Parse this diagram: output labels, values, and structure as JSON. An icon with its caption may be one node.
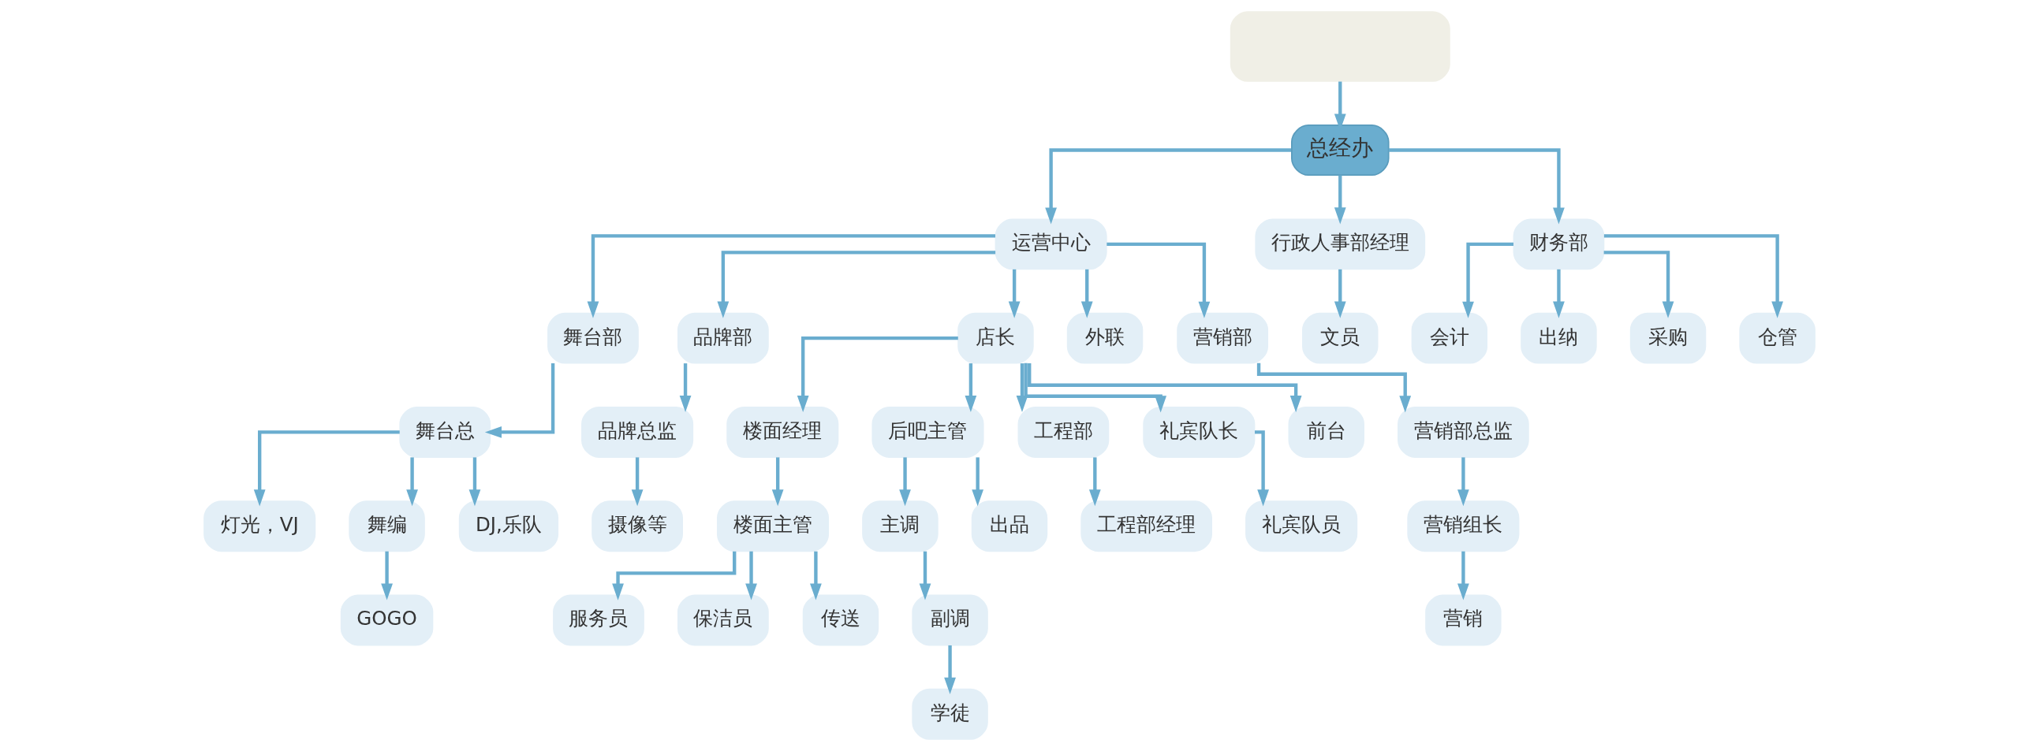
{
  "diagram": {
    "nodes": [
      {
        "text": [],
        "shape": "box"
      },
      {
        "text": [
          "总经办"
        ]
      },
      {
        "text": [
          "运营中心"
        ]
      },
      {
        "text": [
          "行政人事部经理"
        ]
      },
      {
        "text": [
          "财务部"
        ]
      },
      {
        "text": [
          "舞台部"
        ]
      },
      {
        "text": [
          "品牌部"
        ]
      },
      {
        "text": [
          "店长"
        ]
      },
      {
        "text": [
          "外联"
        ]
      },
      {
        "text": [
          "营销部"
        ]
      },
      {
        "text": [
          "文员"
        ]
      },
      {
        "text": [
          "会计"
        ]
      },
      {
        "text": [
          "出纳"
        ]
      },
      {
        "text": [
          "采购"
        ]
      },
      {
        "text": [
          "仓管"
        ]
      },
      {
        "text": [
          "舞台总"
        ]
      },
      {
        "text": [
          "品牌总监"
        ]
      },
      {
        "text": [
          "楼面经理"
        ]
      },
      {
        "text": [
          "后吧主管"
        ]
      },
      {
        "text": [
          "工程部"
        ]
      },
      {
        "text": [
          "礼宾队长"
        ]
      },
      {
        "text": [
          "前台"
        ]
      },
      {
        "text": [
          "营销部总监"
        ]
      },
      {
        "text": [
          "灯光，VJ"
        ]
      },
      {
        "text": [
          "舞编"
        ]
      },
      {
        "text": [
          "DJ,乐队"
        ]
      },
      {
        "text": [
          "摄像等"
        ]
      },
      {
        "text": [
          "楼面主管"
        ]
      },
      {
        "text": [
          "主调"
        ]
      },
      {
        "text": [
          "出品"
        ]
      },
      {
        "text": [
          "工程部经理"
        ]
      },
      {
        "text": [
          "礼宾队员"
        ]
      },
      {
        "text": [
          "营销组长"
        ]
      },
      {
        "text": [
          "GOGO"
        ]
      },
      {
        "text": [
          "服务员"
        ]
      },
      {
        "text": [
          "保洁员"
        ]
      },
      {
        "text": [
          "传送"
        ]
      },
      {
        "text": [
          "副调"
        ]
      },
      {
        "text": [
          "营销"
        ]
      },
      {
        "text": [
          "学徒"
        ]
      }
    ],
    "edges": [
      {
        "from": 0,
        "to": 1,
        "arrow": "to"
      },
      {
        "from": 1,
        "to": 2,
        "arrow": "to"
      },
      {
        "from": 1,
        "to": 3,
        "arrow": "to"
      },
      {
        "from": 1,
        "to": 4,
        "arrow": "to"
      },
      {
        "from": 2,
        "to": 5,
        "arrow": "to"
      },
      {
        "from": 2,
        "to": 6,
        "arrow": "to"
      },
      {
        "from": 2,
        "to": 7,
        "arrow": "to"
      },
      {
        "from": 2,
        "to": 8,
        "arrow": "to"
      },
      {
        "from": 2,
        "to": 9,
        "arrow": "to"
      },
      {
        "from": 3,
        "to": 10,
        "arrow": "to"
      },
      {
        "from": 4,
        "to": 11,
        "arrow": "to"
      },
      {
        "from": 4,
        "to": 12,
        "arrow": "to"
      },
      {
        "from": 4,
        "to": 13,
        "arrow": "to"
      },
      {
        "from": 4,
        "to": 14,
        "arrow": "to"
      },
      {
        "from": 5,
        "to": 15,
        "arrow": "to"
      },
      {
        "from": 6,
        "to": 16,
        "arrow": "to"
      },
      {
        "from": 7,
        "to": 17,
        "arrow": "to"
      },
      {
        "from": 7,
        "to": 18,
        "arrow": "to"
      },
      {
        "from": 7,
        "to": 19,
        "arrow": "to"
      },
      {
        "from": 7,
        "to": 20,
        "arrow": "to"
      },
      {
        "from": 7,
        "to": 21,
        "arrow": "to"
      },
      {
        "from": 9,
        "to": 22,
        "arrow": "to"
      },
      {
        "from": 15,
        "to": 23,
        "arrow": "to"
      },
      {
        "from": 15,
        "to": 24,
        "arrow": "to"
      },
      {
        "from": 15,
        "to": 25,
        "arrow": "to"
      },
      {
        "from": 16,
        "to": 26,
        "arrow": "to"
      },
      {
        "from": 17,
        "to": 27,
        "arrow": "to"
      },
      {
        "from": 18,
        "to": 28,
        "arrow": "to"
      },
      {
        "from": 18,
        "to": 29,
        "arrow": "to"
      },
      {
        "from": 19,
        "to": 30,
        "arrow": "to"
      },
      {
        "from": 20,
        "to": 31,
        "arrow": "to"
      },
      {
        "from": 22,
        "to": 32,
        "arrow": "to"
      },
      {
        "from": 24,
        "to": 33,
        "arrow": "to"
      },
      {
        "from": 27,
        "to": 34,
        "arrow": "to"
      },
      {
        "from": 27,
        "to": 35,
        "arrow": "to"
      },
      {
        "from": 27,
        "to": 36,
        "arrow": "to"
      },
      {
        "from": 28,
        "to": 37,
        "arrow": "to"
      },
      {
        "from": 32,
        "to": 38,
        "arrow": "to"
      },
      {
        "from": 37,
        "to": 39,
        "arrow": "to"
      }
    ]
  }
}
